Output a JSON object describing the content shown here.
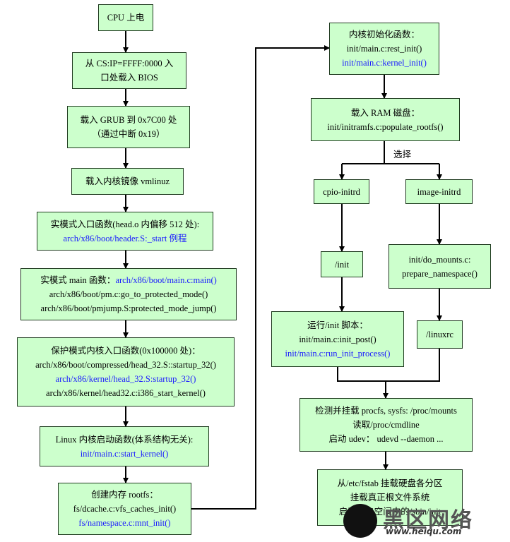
{
  "left_column": [
    {
      "id": "cpu",
      "lines": [
        {
          "t": "CPU 上电"
        }
      ]
    },
    {
      "id": "bios",
      "lines": [
        {
          "t": "从 CS:IP=FFFF:0000 入"
        },
        {
          "t": "口处载入 BIOS"
        }
      ]
    },
    {
      "id": "grub",
      "lines": [
        {
          "t": "载入 GRUB 到 0x7C00 处"
        },
        {
          "t": "（通过中断 0x19）"
        }
      ]
    },
    {
      "id": "vmlinuz",
      "lines": [
        {
          "t": "载入内核镜像 vmlinuz"
        }
      ]
    },
    {
      "id": "realmode-entry",
      "lines": [
        {
          "t": "实模式入口函数(head.o 内偏移 512 处):"
        },
        {
          "t": "arch/x86/boot/header.S:_start 例程",
          "blue": true
        }
      ]
    },
    {
      "id": "realmode-main",
      "lines": [
        {
          "t": "实模式 main 函数：",
          "tail": "arch/x86/boot/main.c:main()"
        },
        {
          "t": "arch/x86/boot/pm.c:go_to_protected_mode()"
        },
        {
          "t": "arch/x86/boot/pmjump.S:protected_mode_jump()"
        }
      ]
    },
    {
      "id": "protected-entry",
      "lines": [
        {
          "t": "保护模式内核入口函数(0x100000 处)："
        },
        {
          "t": "arch/x86/boot/compressed/head_32.S::startup_32()"
        },
        {
          "t": "arch/x86/kernel/head_32.S:startup_32()",
          "blue": true
        },
        {
          "t": "arch/x86/kernel/head32.c:i386_start_kernel()"
        }
      ]
    },
    {
      "id": "start-kernel",
      "lines": [
        {
          "t": "Linux 内核启动函数(体系结构无关):"
        },
        {
          "t": "init/main.c:start_kernel()",
          "blue": true
        }
      ]
    },
    {
      "id": "rootfs",
      "lines": [
        {
          "t": "创建内存 rootfs："
        },
        {
          "t": "fs/dcache.c:vfs_caches_init()"
        },
        {
          "t": "fs/namespace.c:mnt_init()",
          "blue": true
        }
      ]
    }
  ],
  "right_column": [
    {
      "id": "kernel-init",
      "lines": [
        {
          "t": "内核初始化函数："
        },
        {
          "t": "init/main.c:rest_init()"
        },
        {
          "t": "init/main.c:kernel_init()",
          "blue": true
        }
      ]
    },
    {
      "id": "ramdisk",
      "lines": [
        {
          "t": "载入 RAM 磁盘："
        },
        {
          "t": "init/initramfs.c:populate_rootfs()"
        }
      ]
    },
    {
      "id": "cpio",
      "lines": [
        {
          "t": "cpio-initrd"
        }
      ]
    },
    {
      "id": "image",
      "lines": [
        {
          "t": "image-initrd"
        }
      ]
    },
    {
      "id": "init",
      "lines": [
        {
          "t": "/init"
        }
      ]
    },
    {
      "id": "mounts",
      "lines": [
        {
          "t": "init/do_mounts.c:"
        },
        {
          "t": "prepare_namespace()"
        }
      ]
    },
    {
      "id": "run-init",
      "lines": [
        {
          "t": "运行/init 脚本："
        },
        {
          "t": "init/main.c:init_post()"
        },
        {
          "t": "init/main.c:run_init_process()",
          "blue": true
        }
      ]
    },
    {
      "id": "linuxrc",
      "lines": [
        {
          "t": "/linuxrc"
        }
      ]
    },
    {
      "id": "detect",
      "lines": [
        {
          "t": "检测并挂载 procfs, sysfs: /proc/mounts"
        },
        {
          "t": "读取/proc/cmdline"
        },
        {
          "t": "启动 udev： udevd --daemon ..."
        }
      ]
    },
    {
      "id": "fstab",
      "lines": [
        {
          "t": "从/etc/fstab 挂载硬盘各分区"
        },
        {
          "t": "挂载真正根文件系统"
        },
        {
          "t": "启动用户空间中的/sbin/init"
        }
      ]
    }
  ],
  "choice_label": "选择",
  "watermark": {
    "text": "黑区网络",
    "url": "www.heiqu.com"
  },
  "colors": {
    "box_fill": "#ccffcc",
    "box_border": "#1f3a1f",
    "link_text": "#1a1aff",
    "arrow": "#000000"
  }
}
